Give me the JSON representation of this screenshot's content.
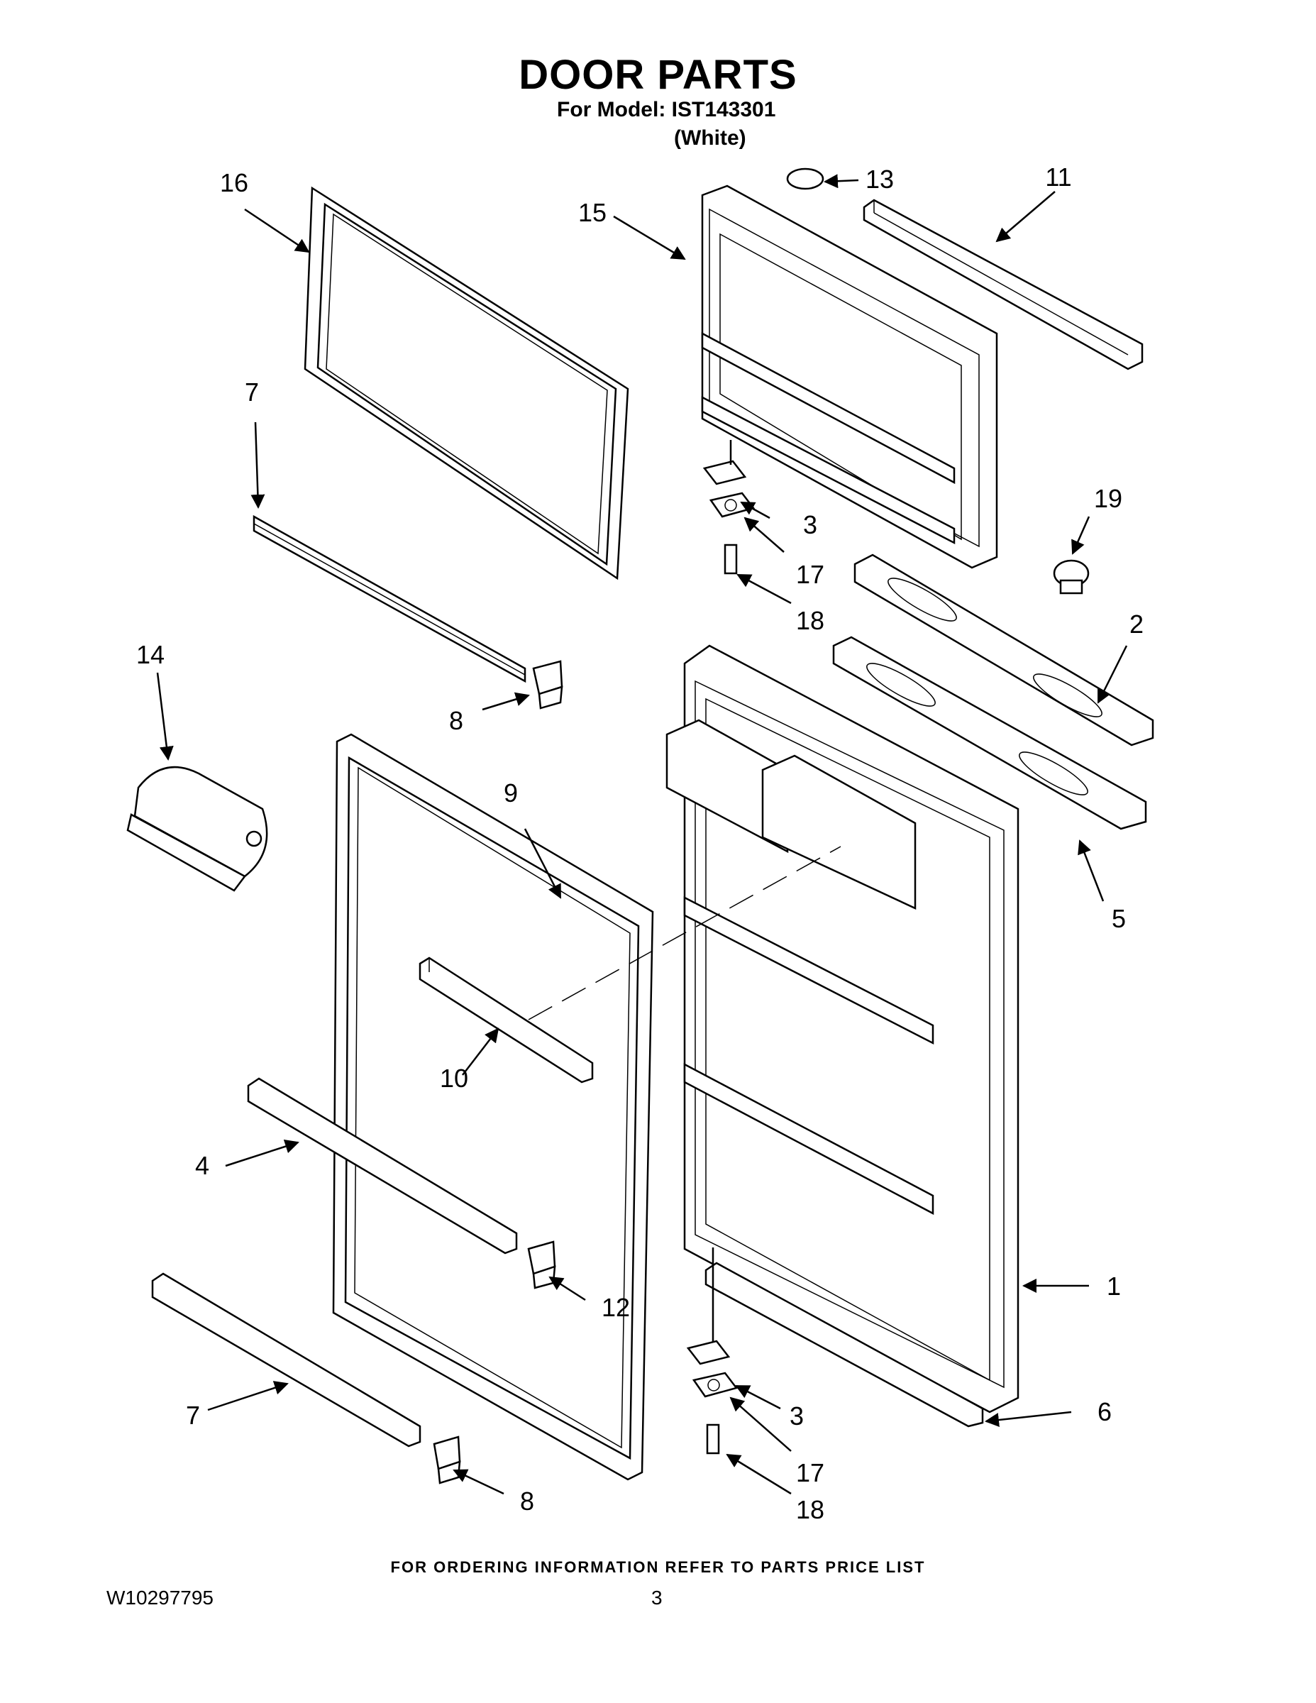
{
  "header": {
    "title": "DOOR PARTS",
    "model_line": "For Model: IST143301",
    "color_note": "(White)"
  },
  "footer": {
    "ordering_note": "FOR ORDERING INFORMATION REFER TO PARTS PRICE LIST",
    "document_number": "W10297795",
    "page_number": "3"
  },
  "callouts": {
    "c1": "1",
    "c2": "2",
    "c3_top": "3",
    "c3_bottom": "3",
    "c4": "4",
    "c5": "5",
    "c6": "6",
    "c7_top": "7",
    "c7_bottom": "7",
    "c8_top": "8",
    "c8_bottom": "8",
    "c9": "9",
    "c10": "10",
    "c11": "11",
    "c12": "12",
    "c13": "13",
    "c14": "14",
    "c15": "15",
    "c16": "16",
    "c17_top": "17",
    "c17_bottom": "17",
    "c18_top": "18",
    "c18_bottom": "18",
    "c19": "19"
  },
  "colors": {
    "line": "#000000",
    "background": "#ffffff"
  }
}
